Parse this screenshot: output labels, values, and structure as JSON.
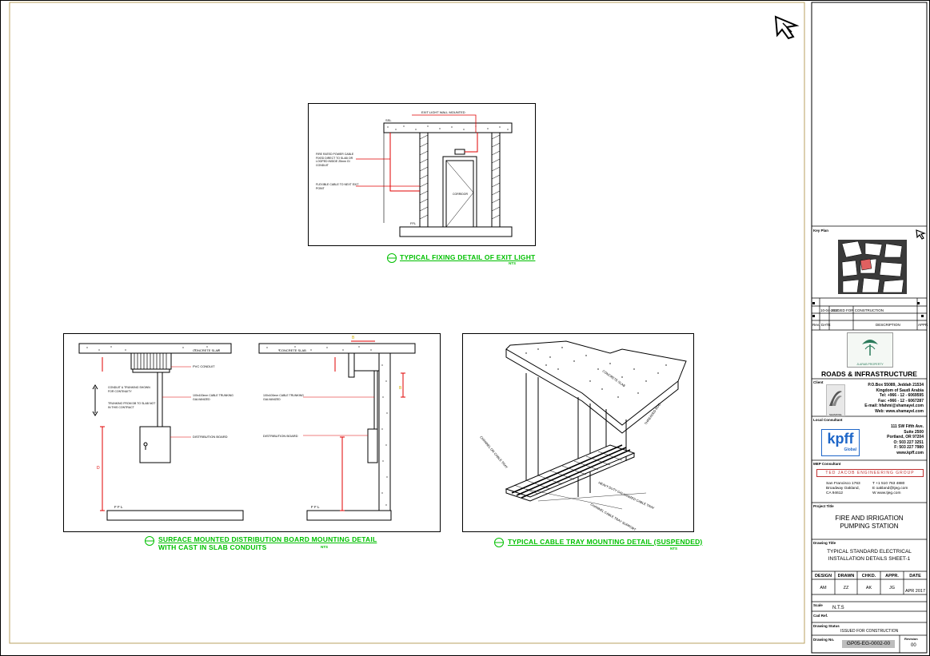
{
  "details": {
    "exit_light": {
      "caption": "TYPICAL FIXING DETAIL OF EXIT LIGHT",
      "nts": "NTS",
      "notes": [
        "EXIT LIGHT WALL MOUNTED",
        "FIRE RATED POWER CABLE FIXED DIRECT TO SLAB OR LOOPED INSIDE 25mm GI CONDUIT",
        "FLEXIBLE CABLE TO NEXT EXIT POINT",
        "CORRIDOR",
        "SSL",
        "FFL"
      ]
    },
    "distribution_board": {
      "caption_line1": "SURFACE MOUNTED DISTRIBUTION BOARD MOUNTING DETAIL",
      "caption_line2": "WITH CAST IN SLAB CONDUITS",
      "nts": "NTS",
      "notes": [
        "CONCRETE SLAB",
        "PVC CONDUIT",
        "CONDUIT & TRUNKING SHOWN FOR CONTINUITY",
        "TRUNKING FROM DB TO SLAB NOT IN THIS CONTRACT",
        "100x100mm CABLE TRUNKING GALVANIZED",
        "DISTRIBUTION BOARD",
        "F F L"
      ]
    },
    "cable_tray": {
      "caption": "TYPICAL CABLE TRAY MOUNTING DETAIL (SUSPENDED)",
      "nts": "NTS",
      "notes": [
        "CONCRETE SLAB",
        "THREADED ROD",
        "CHANNEL OR CABLE TRAY",
        "HEAVY DUTY GALVANIZED CABLE TRAY",
        "CHANNEL CABLE TRAY SUPPORT"
      ]
    }
  },
  "title_block": {
    "key_plan_label": "Key Plan",
    "revision_row": {
      "rev": "",
      "date": "10-04-2017",
      "description": "ISSUED FOR CONSTRUCTION",
      "appr": ""
    },
    "revision_headers": {
      "rev": "Rev.",
      "date": "DATE",
      "description": "DESCRIPTION",
      "appr": "APPR."
    },
    "client_logo_text": "JLARAB PROPERTY",
    "client_banner": "ROADS & INFRASTRUCTURE",
    "client_label": "Client",
    "client_name": "SHAMAYEL",
    "client_address": [
      "P.O.Box 55089, Jeddah 21534",
      "Kingdom of Saudi Arabia",
      "Tel: +966 - 12 - 6069595",
      "Fax: +966 - 12 - 6067287",
      "E-mail: hfahmi@shamayel.com",
      "Web: www.shamayel.com"
    ],
    "local_consultant_label": "Local Consultant",
    "consultant_logo": "kpff",
    "consultant_logo_sub": "Global",
    "consultant_address": [
      "111 SW Fifth Ave.",
      "Suite 2500",
      "Portland, OR 97204",
      "O: 503 227 3251",
      "F: 503 227 7980",
      "www.kpff.com"
    ],
    "mep_label": "MEP Consultant",
    "mep_name": "TED JACOB ENGINEERING GROUP",
    "mep_address_left": [
      "San Francisco 1763",
      "Broadway Oakland,",
      "CA 94612"
    ],
    "mep_address_right": [
      "T  +1 510 763 4880",
      "E  oakland@tjeg.com",
      "W  www.tjeg.com"
    ],
    "project_title_label": "Project Title",
    "project_title": [
      "FIRE AND IRRIGATION",
      "PUMPING STATION"
    ],
    "drawing_title_label": "Drawing Title",
    "drawing_title": [
      "TYPICAL STANDARD ELECTRICAL",
      "INSTALLATION DETAILS SHEET-1"
    ],
    "sign_headers": [
      "DESIGN",
      "DRAWN",
      "CHKD.",
      "APPR.",
      "DATE"
    ],
    "sign_values": [
      "AM",
      "ZZ",
      "AK",
      "JG",
      "APR 2017"
    ],
    "scale_label": "Scale",
    "scale_value": "N.T.S",
    "cad_ref_label": "Cad Ref.",
    "drawing_status_label": "Drawing Status",
    "drawing_status_value": "ISSUED FOR CONSTRUCTION",
    "drawing_no_label": "Drawing No.",
    "drawing_no_value": "GP05-EG-0002-00",
    "revision_label": "Revision",
    "revision_value": "00"
  },
  "colors": {
    "caption": "#00c000",
    "dimension": "#e00000",
    "title_block_logo": "#1e66c8",
    "accent_marker": "#e06060"
  }
}
